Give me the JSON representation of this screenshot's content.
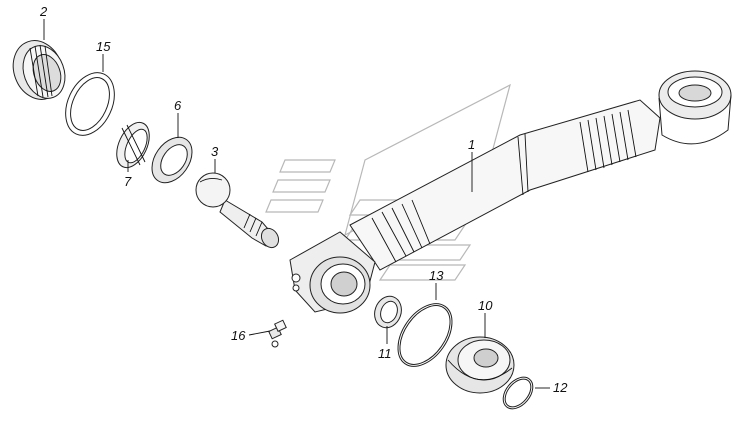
{
  "diagram": {
    "type": "exploded-parts-diagram",
    "callouts": [
      {
        "id": "c2",
        "label": "2"
      },
      {
        "id": "c15",
        "label": "15"
      },
      {
        "id": "c6",
        "label": "6"
      },
      {
        "id": "c7",
        "label": "7"
      },
      {
        "id": "c3",
        "label": "3"
      },
      {
        "id": "c1",
        "label": "1"
      },
      {
        "id": "c13",
        "label": "13"
      },
      {
        "id": "c10",
        "label": "10"
      },
      {
        "id": "c16",
        "label": "16"
      },
      {
        "id": "c11",
        "label": "11"
      },
      {
        "id": "c12",
        "label": "12"
      }
    ]
  }
}
